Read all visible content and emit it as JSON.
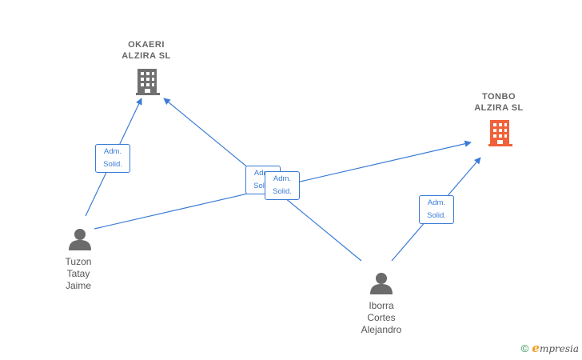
{
  "companies": {
    "okaeri": {
      "name": "OKAERI\nALZIRA SL",
      "color": "#707070",
      "icon": "building-icon"
    },
    "tonbo": {
      "name": "TONBO\nALZIRA SL",
      "color": "#f0623a",
      "icon": "building-icon"
    }
  },
  "persons": {
    "tuzon": {
      "name": "Tuzon\nTatay\nJaime",
      "icon": "person-icon"
    },
    "iborra": {
      "name": "Iborra\nCortes\nAlejandro",
      "icon": "person-icon"
    }
  },
  "relations": {
    "tuzon_okaeri": "Adm.\nSolid.",
    "iborra_okaeri": "Adm.\nSolid.",
    "tuzon_tonbo": "Adm.\nSolid.",
    "iborra_tonbo": "Adm.\nSolid."
  },
  "colors": {
    "edge": "#3a7bd5",
    "person": "#6b6b6b"
  },
  "watermark": {
    "copyright": "©",
    "brand_initial": "e",
    "brand_rest": "mpresia"
  }
}
